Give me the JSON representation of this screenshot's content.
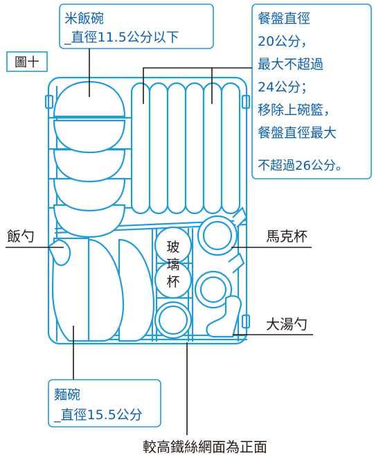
{
  "figure_label": "圖十",
  "callouts": {
    "rice_bowl": {
      "line1": "米飯碗",
      "line2": "_直徑11.5公分以下"
    },
    "plate": {
      "line1": "餐盤直徑",
      "line2": "20公分，",
      "line3": "最大不超過",
      "line4": "24公分；",
      "line5": "移除上碗籃，",
      "line6": "餐盤直徑最大",
      "line7": "不超過26公分。"
    },
    "noodle_bowl": {
      "line1": "麵碗",
      "line2": "_直徑15.5公分"
    }
  },
  "labels": {
    "rice_scoop": "飯勺",
    "mug": "馬克杯",
    "ladle": "大湯勺",
    "glass_line1": "玻",
    "glass_line2": "璃",
    "glass_line3": "杯",
    "front_note": "較高鐵絲網面為正面"
  },
  "colors": {
    "accent": "#1f9bd6",
    "label_text": "#231815",
    "callout_text": "#0a5fa8",
    "background": "#ffffff"
  }
}
